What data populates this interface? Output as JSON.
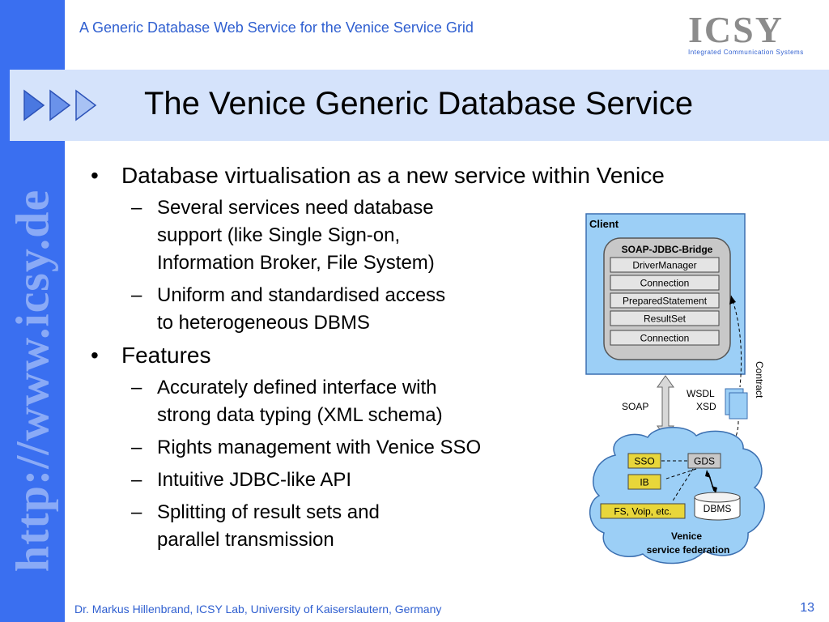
{
  "header": {
    "subtitle": "A Generic Database Web Service for the Venice Service Grid"
  },
  "logo": {
    "text": "ICSY",
    "tagline": "Integrated  Communication  Systems"
  },
  "sidebar": {
    "url": "http://www.icsy.de"
  },
  "title": "The Venice Generic Database Service",
  "bullets": [
    {
      "text": [
        "Database virtualisation as a new service within Venice"
      ],
      "sub": [
        {
          "lines": [
            "Several services need database",
            "support (like Single Sign-on,",
            "Information Broker, File System)"
          ]
        },
        {
          "lines": [
            "Uniform and standardised access",
            "to heterogeneous DBMS"
          ]
        }
      ]
    },
    {
      "text": [
        "Features"
      ],
      "sub": [
        {
          "lines": [
            "Accurately defined interface with",
            "strong data typing (XML schema)"
          ]
        },
        {
          "lines": [
            "Rights management with Venice SSO"
          ]
        },
        {
          "lines": [
            "Intuitive JDBC-like API"
          ]
        },
        {
          "lines": [
            "Splitting of result sets and",
            "parallel transmission"
          ]
        }
      ]
    }
  ],
  "bullet_marks": {
    "level1": "•",
    "level2": "–"
  },
  "diagram": {
    "client_label": "Client",
    "bridge_label": "SOAP-JDBC-Bridge",
    "bridge_items": [
      "DriverManager",
      "Connection",
      "PreparedStatement",
      "ResultSet",
      "Connection"
    ],
    "soap_label": "SOAP",
    "wsdl_label": "WSDL",
    "xsd_label": "XSD",
    "contract_label": "Contract",
    "sso_label": "SSO",
    "gds_label": "GDS",
    "ib_label": "IB",
    "fs_label": "FS, Voip, etc.",
    "dbms_label": "DBMS",
    "venice_line1": "Venice",
    "venice_line2": "service federation"
  },
  "footer": {
    "author": "Dr. Markus Hillenbrand, ICSY Lab, University of Kaiserslautern, Germany",
    "page": "13"
  },
  "colors": {
    "band_blue": "#3a6ff0",
    "title_band": "#d5e3fb",
    "header_text": "#2f5fd0",
    "cloud": "#9ccff6",
    "yellow_box": "#e8d63a"
  }
}
